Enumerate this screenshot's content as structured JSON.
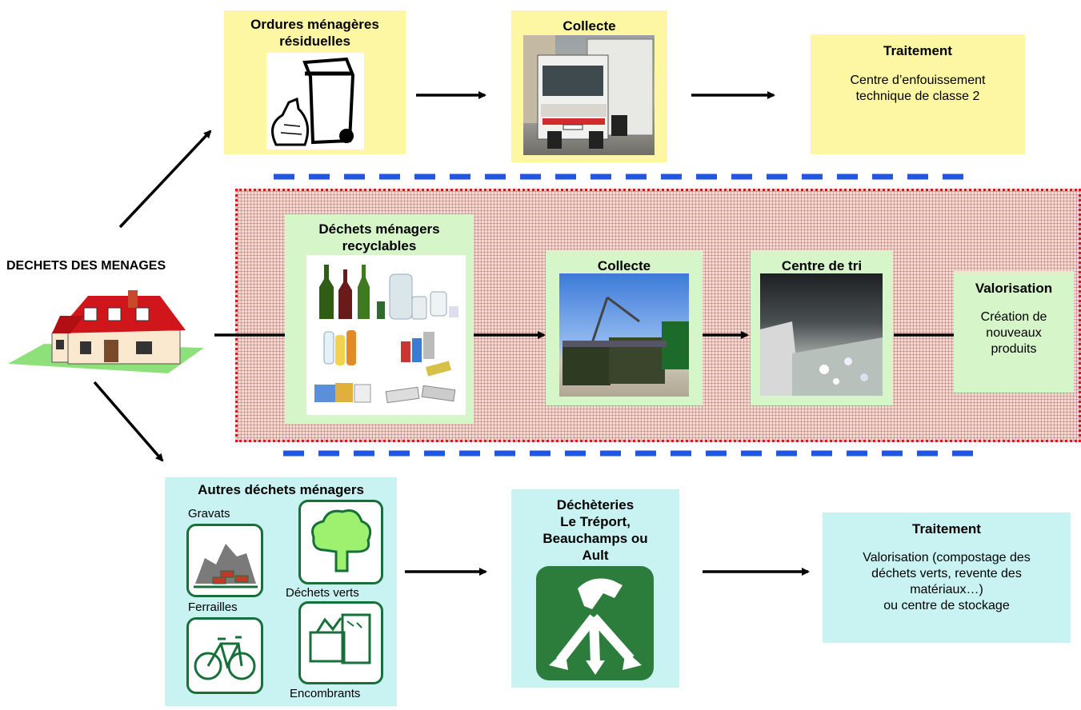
{
  "source": {
    "label": "DECHETS DES MENAGES"
  },
  "residual": {
    "title": "Ordures ménagères résiduelles",
    "collect_title": "Collecte",
    "treatment_title": "Traitement",
    "treatment_text_1": "Centre d’enfouissement",
    "treatment_text_2": "technique de classe 2"
  },
  "recyclable": {
    "title_1": "Déchets ménagers",
    "title_2": "recyclables",
    "collect_title": "Collecte",
    "sorting_title": "Centre de tri",
    "valorisation_title": "Valorisation",
    "valorisation_text_1": "Création de",
    "valorisation_text_2": "nouveaux",
    "valorisation_text_3": "produits"
  },
  "other": {
    "title": "Autres déchets ménagers",
    "items": {
      "gravats": "Gravats",
      "verts": "Déchets verts",
      "ferrailles": "Ferrailles",
      "encombrants": "Encombrants"
    },
    "dechet_title_1": "Déchèteries",
    "dechet_title_2": "Le Tréport,",
    "dechet_title_3": "Beauchamps ou",
    "dechet_title_4": "Ault",
    "treatment_title": "Traitement",
    "treatment_text_1": "Valorisation (compostage des",
    "treatment_text_2": "déchets verts, revente des",
    "treatment_text_3": "matériaux…)",
    "treatment_text_4": "ou centre de stockage"
  },
  "colors": {
    "yellow": "#fdf6a3",
    "green": "#d6f5c9",
    "cyan": "#c9f3f3",
    "dash_blue": "#1f57e0",
    "dotted_red": "#e3131c",
    "pictogram_green": "#17703a"
  }
}
